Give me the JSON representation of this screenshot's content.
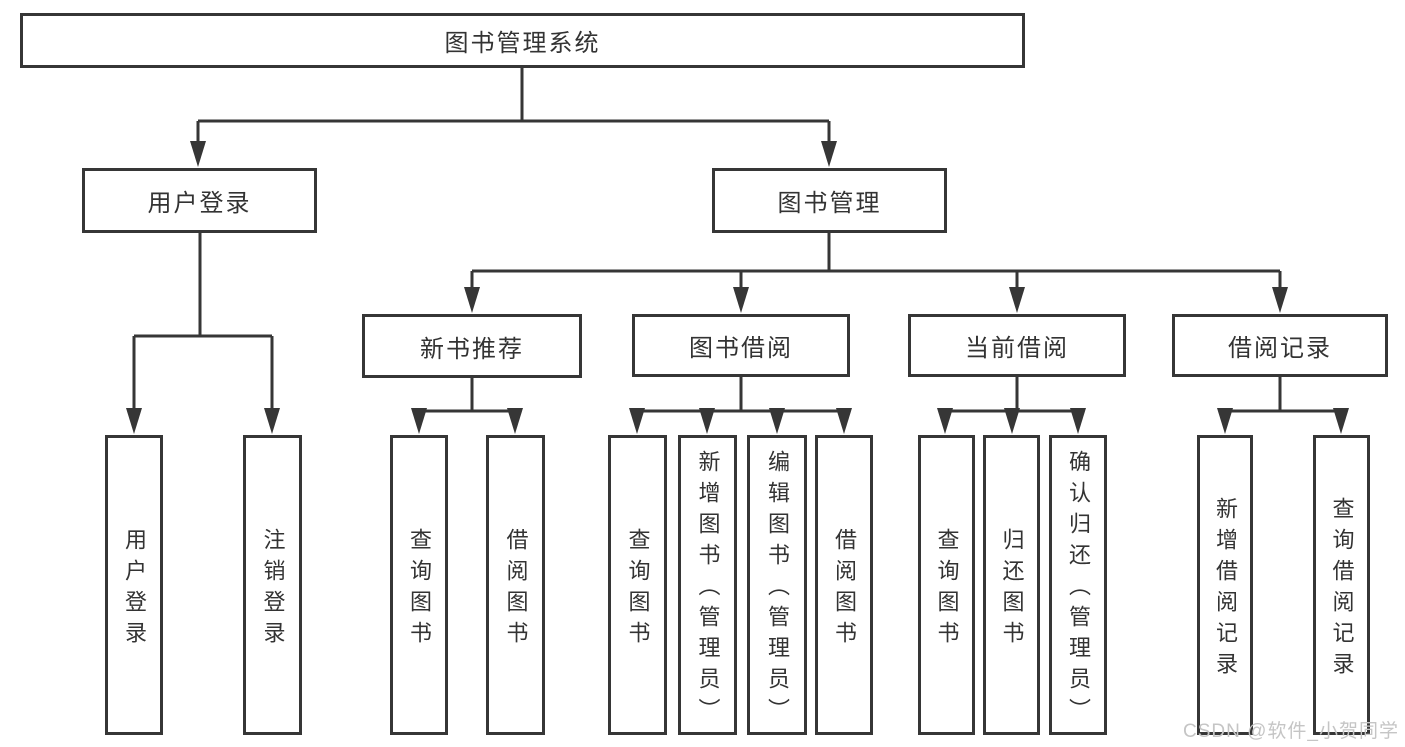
{
  "tree": {
    "root": {
      "label": "图书管理系统",
      "children": [
        {
          "label": "用户登录",
          "children": [
            {
              "label": "用户登录"
            },
            {
              "label": "注销登录"
            }
          ]
        },
        {
          "label": "图书管理",
          "children": [
            {
              "label": "新书推荐",
              "children": [
                {
                  "label": "查询图书"
                },
                {
                  "label": "借阅图书"
                }
              ]
            },
            {
              "label": "图书借阅",
              "children": [
                {
                  "label": "查询图书"
                },
                {
                  "label": "新增图书（管理员）"
                },
                {
                  "label": "编辑图书（管理员）"
                },
                {
                  "label": "借阅图书"
                }
              ]
            },
            {
              "label": "当前借阅",
              "children": [
                {
                  "label": "查询图书"
                },
                {
                  "label": "归还图书"
                },
                {
                  "label": "确认归还（管理员）"
                }
              ]
            },
            {
              "label": "借阅记录",
              "children": [
                {
                  "label": "新增借阅记录"
                },
                {
                  "label": "查询借阅记录"
                }
              ]
            }
          ]
        }
      ]
    }
  },
  "watermark": {
    "text": "CSDN @软件_小贺同学"
  },
  "colors": {
    "line_color": "#363636",
    "text_color": "#333333",
    "watermark_color": "#c5c5c5",
    "bg_color": "#ffffff"
  }
}
